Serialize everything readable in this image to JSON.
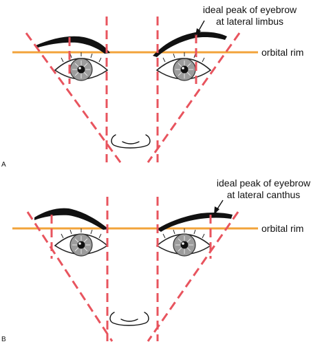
{
  "panels": [
    {
      "letter": "A",
      "callout_line1": "ideal peak of eyebrow",
      "callout_line2": "at lateral limbus",
      "rim_label": "orbital rim"
    },
    {
      "letter": "B",
      "callout_line1": "ideal peak of eyebrow",
      "callout_line2": "at lateral canthus",
      "rim_label": "orbital rim"
    }
  ],
  "colors": {
    "guide_lines": "#e8545e",
    "orbital_rim": "#f2a33a",
    "iris": "#9c9c9c"
  }
}
